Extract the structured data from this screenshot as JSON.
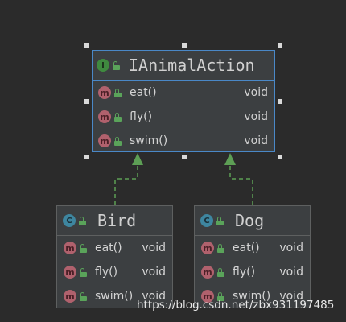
{
  "interface": {
    "badge": "I",
    "name": "IAnimalAction",
    "methods": [
      {
        "badge": "m",
        "name": "eat()",
        "type": "void"
      },
      {
        "badge": "m",
        "name": "fly()",
        "type": "void"
      },
      {
        "badge": "m",
        "name": "swim()",
        "type": "void"
      }
    ]
  },
  "classes": [
    {
      "badge": "C",
      "name": "Bird",
      "methods": [
        {
          "badge": "m",
          "name": "eat()",
          "type": "void"
        },
        {
          "badge": "m",
          "name": "fly()",
          "type": "void"
        },
        {
          "badge": "m",
          "name": "swim()",
          "type": "void"
        }
      ]
    },
    {
      "badge": "C",
      "name": "Dog",
      "methods": [
        {
          "badge": "m",
          "name": "eat()",
          "type": "void"
        },
        {
          "badge": "m",
          "name": "fly()",
          "type": "void"
        },
        {
          "badge": "m",
          "name": "swim()",
          "type": "void"
        }
      ]
    }
  ],
  "watermark": "https://blog.csdn.net/zbx931197485",
  "colors": {
    "background": "#2b2b2b",
    "box": "#3c3f41",
    "selection": "#4a88c7",
    "realization_arrow": "#5d9f55"
  },
  "icons": {
    "interface_badge": "interface-icon",
    "class_badge": "class-icon",
    "method_badge": "method-icon",
    "visibility": "public-lock-icon"
  }
}
